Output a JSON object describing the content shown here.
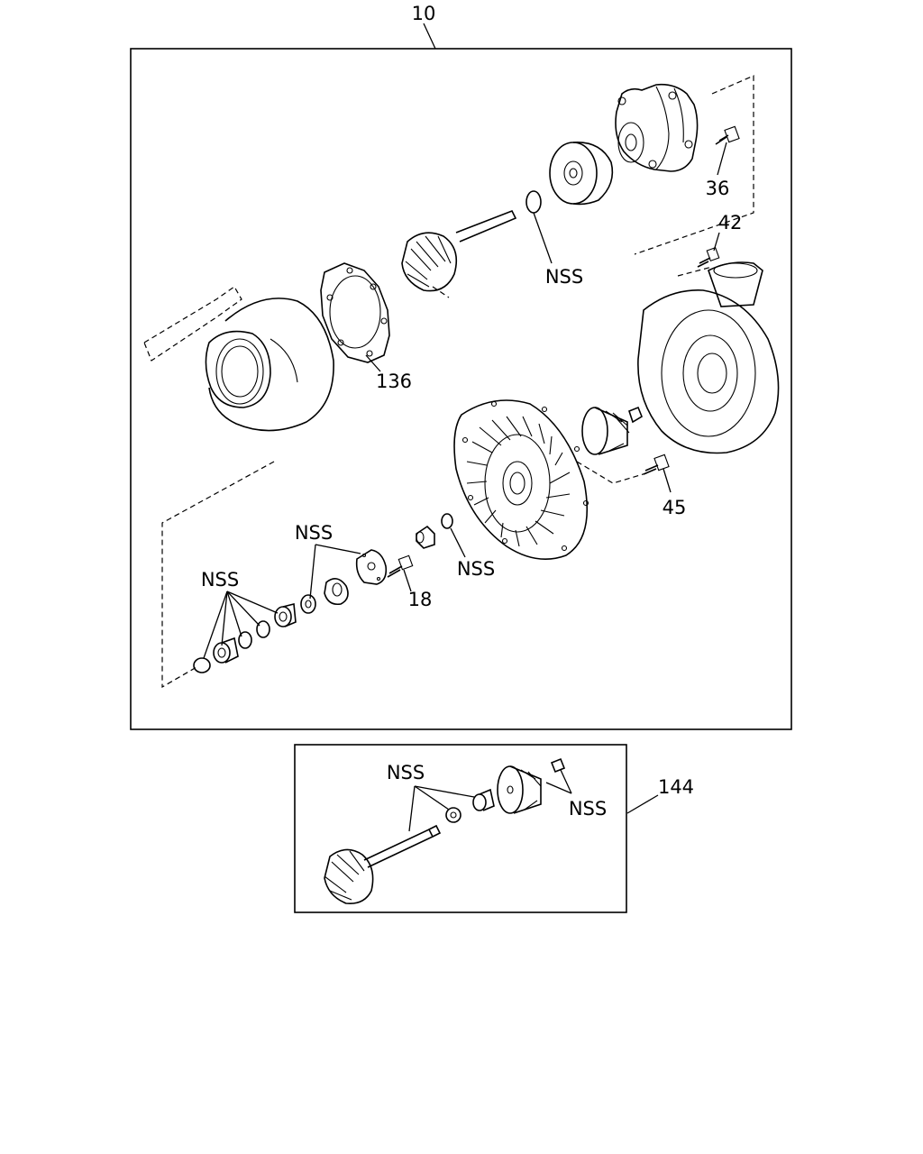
{
  "labels": {
    "assembly": "10",
    "bolt_36": "36",
    "bolt_42": "42",
    "gasket_136": "136",
    "bolt_45": "45",
    "bolt_18": "18",
    "kit_144": "144",
    "nss": "NSS"
  }
}
